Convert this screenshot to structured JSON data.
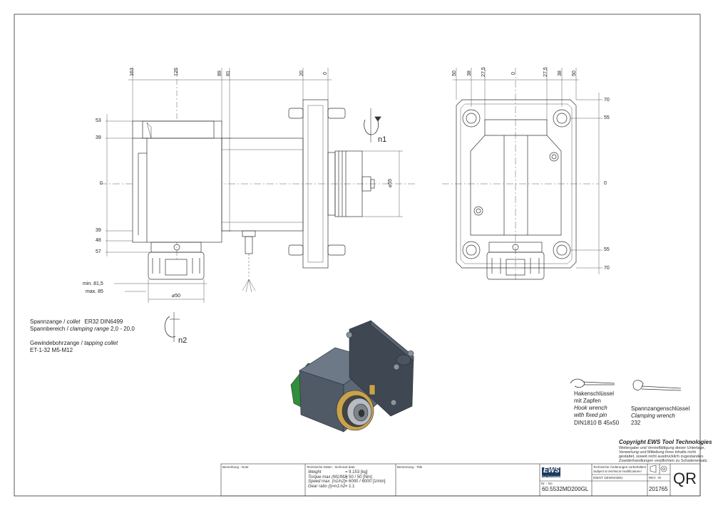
{
  "dimensions": {
    "top_left": [
      "163",
      "125",
      "89",
      "81",
      "20",
      "0"
    ],
    "top_right": [
      "50",
      "38",
      "27,5",
      "0",
      "27,5",
      "38",
      "50"
    ],
    "left": [
      "53",
      "39",
      "0",
      "39",
      "48",
      "57"
    ],
    "right": [
      "70",
      "55",
      "0",
      "55",
      "70"
    ],
    "diameter_shaft": "⌀55",
    "diameter_collet": "⌀50",
    "min_length": "min. 81,5",
    "max_length": "max. 85"
  },
  "rotation": {
    "n1": "n1",
    "n2": "n2"
  },
  "specs": {
    "collet_label": "Spannzange /",
    "collet_label_en": "collet",
    "collet_value": "ER32   DIN6499",
    "range_label": "Spannbereich /",
    "range_label_en": "clamping range",
    "range_value": "2,0 - 20,0",
    "tap_label": "Gewindebohrzange /",
    "tap_label_en": "tapping collet",
    "tap_value": "ET-1-32   M5-M12"
  },
  "tools": {
    "hook_line1": "Hakenschlüssel",
    "hook_line2": "mit Zapfen",
    "hook_line3": "Hook wrench",
    "hook_line4": "with fixed pin",
    "hook_line5": "DIN1810 B 45x50",
    "collet_wrench_line1": "Spannzangenschlüssel",
    "collet_wrench_line2": "Clamping wrench",
    "collet_wrench_line3": "232"
  },
  "copyright": {
    "title": "Copyright EWS Tool Technologies",
    "line1": "Weitergabe und Vervielfältigung dieser Unterlage,",
    "line2": "Verwertung und Mitteilung ihres Inhalts nicht",
    "line3": "gestattet, soweit nicht ausdrücklich zugestanden.",
    "line4": "Zuwiderhandlungen verpflichten zu Schadenersatz."
  },
  "title_block": {
    "note_label": "Bemerkung - Note",
    "tech_label": "Technische Daten - technical data",
    "weight_label": "Weight",
    "weight_value": "=  9.153 [kg]",
    "torque_label": "Torque max (M1/M2)",
    "torque_value": "=  50 / 50 [Nm]",
    "speed_label": "Speed max. (n1/n2)",
    "speed_value": "=  6000 / 6000 [1/min]",
    "ratio_label": "Gear ratio (i)=n1:n2",
    "ratio_value": "=  1:1",
    "name_label": "Benennung - Title",
    "logo": "EWS",
    "logo_sub": "Tool Technologies",
    "change_note1": "Technische Änderungen vorbehalten!",
    "change_note2": "Subject to technical modifications!",
    "ident": "IDENT: DEWS04891",
    "rev": "REV: -/8",
    "no_label": "Nr. - No.",
    "part_number": "60.5532MD200GL",
    "doc_number": "201765",
    "qr": "QR"
  },
  "colors": {
    "line": "#333333",
    "body_blue": "#55606e",
    "green": "#2f8f3a",
    "gold": "#c9a24a"
  }
}
